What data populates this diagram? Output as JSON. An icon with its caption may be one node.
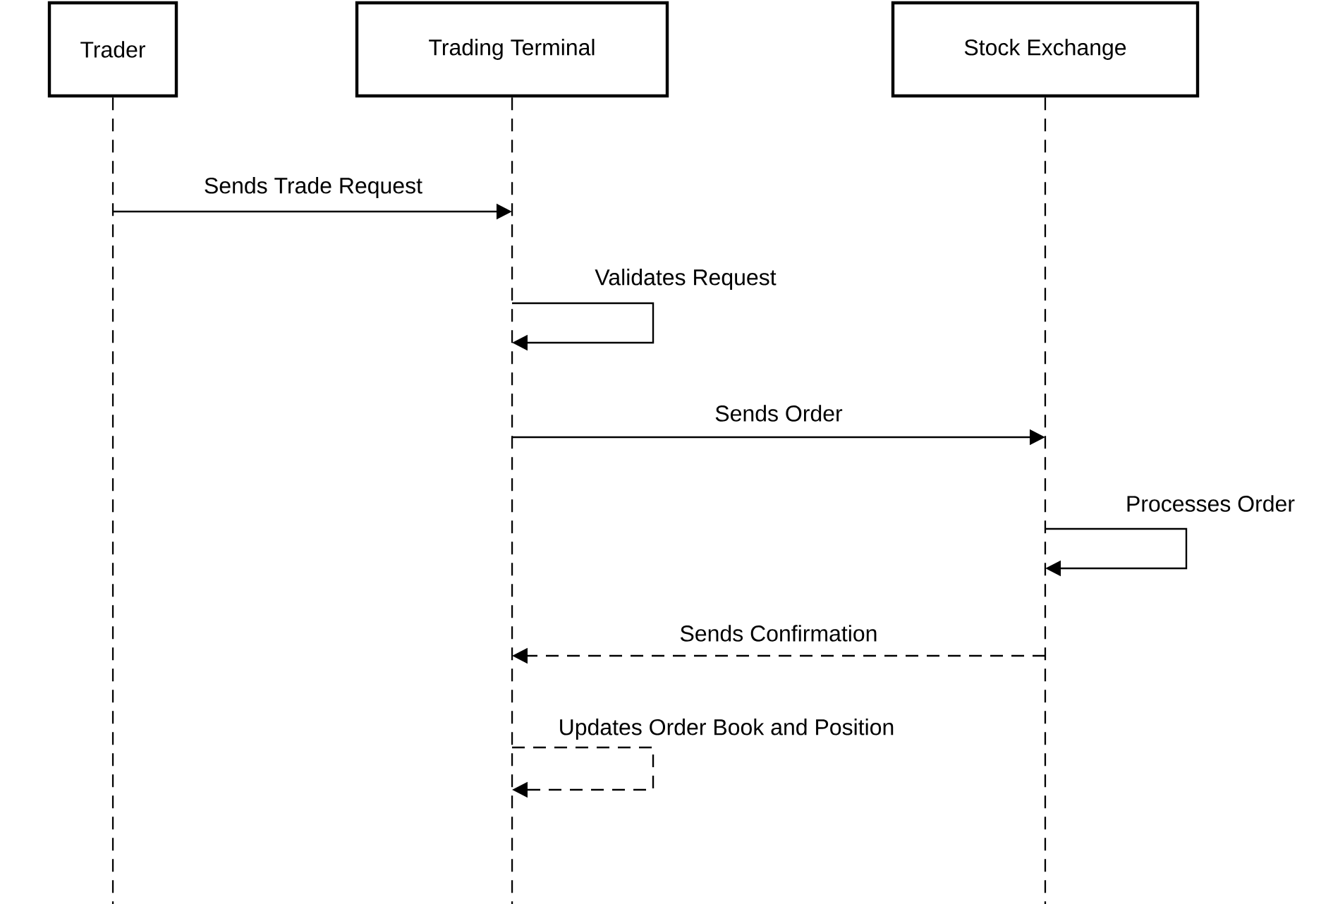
{
  "diagram": {
    "nodes": [
      {
        "text": [
          "Trader"
        ]
      },
      {
        "text": [
          "Trading Terminal"
        ]
      },
      {
        "text": [
          "Stock Exchange"
        ]
      }
    ],
    "edges": [
      {
        "from": 0,
        "to": 1,
        "arrow": "to",
        "label": "Sends Trade Request"
      },
      {
        "from": 1,
        "to": 1,
        "arrow": "to",
        "label": "Validates Request"
      },
      {
        "from": 1,
        "to": 2,
        "arrow": "to",
        "label": "Sends Order"
      },
      {
        "from": 2,
        "to": 2,
        "arrow": "to",
        "label": "Processes Order"
      },
      {
        "from": 2,
        "to": 1,
        "arrow": "to",
        "label": "Sends Confirmation",
        "style": "dashed"
      },
      {
        "from": 1,
        "to": 1,
        "arrow": "to",
        "label": "Updates Order Book and Position",
        "style": "dashed"
      }
    ]
  }
}
